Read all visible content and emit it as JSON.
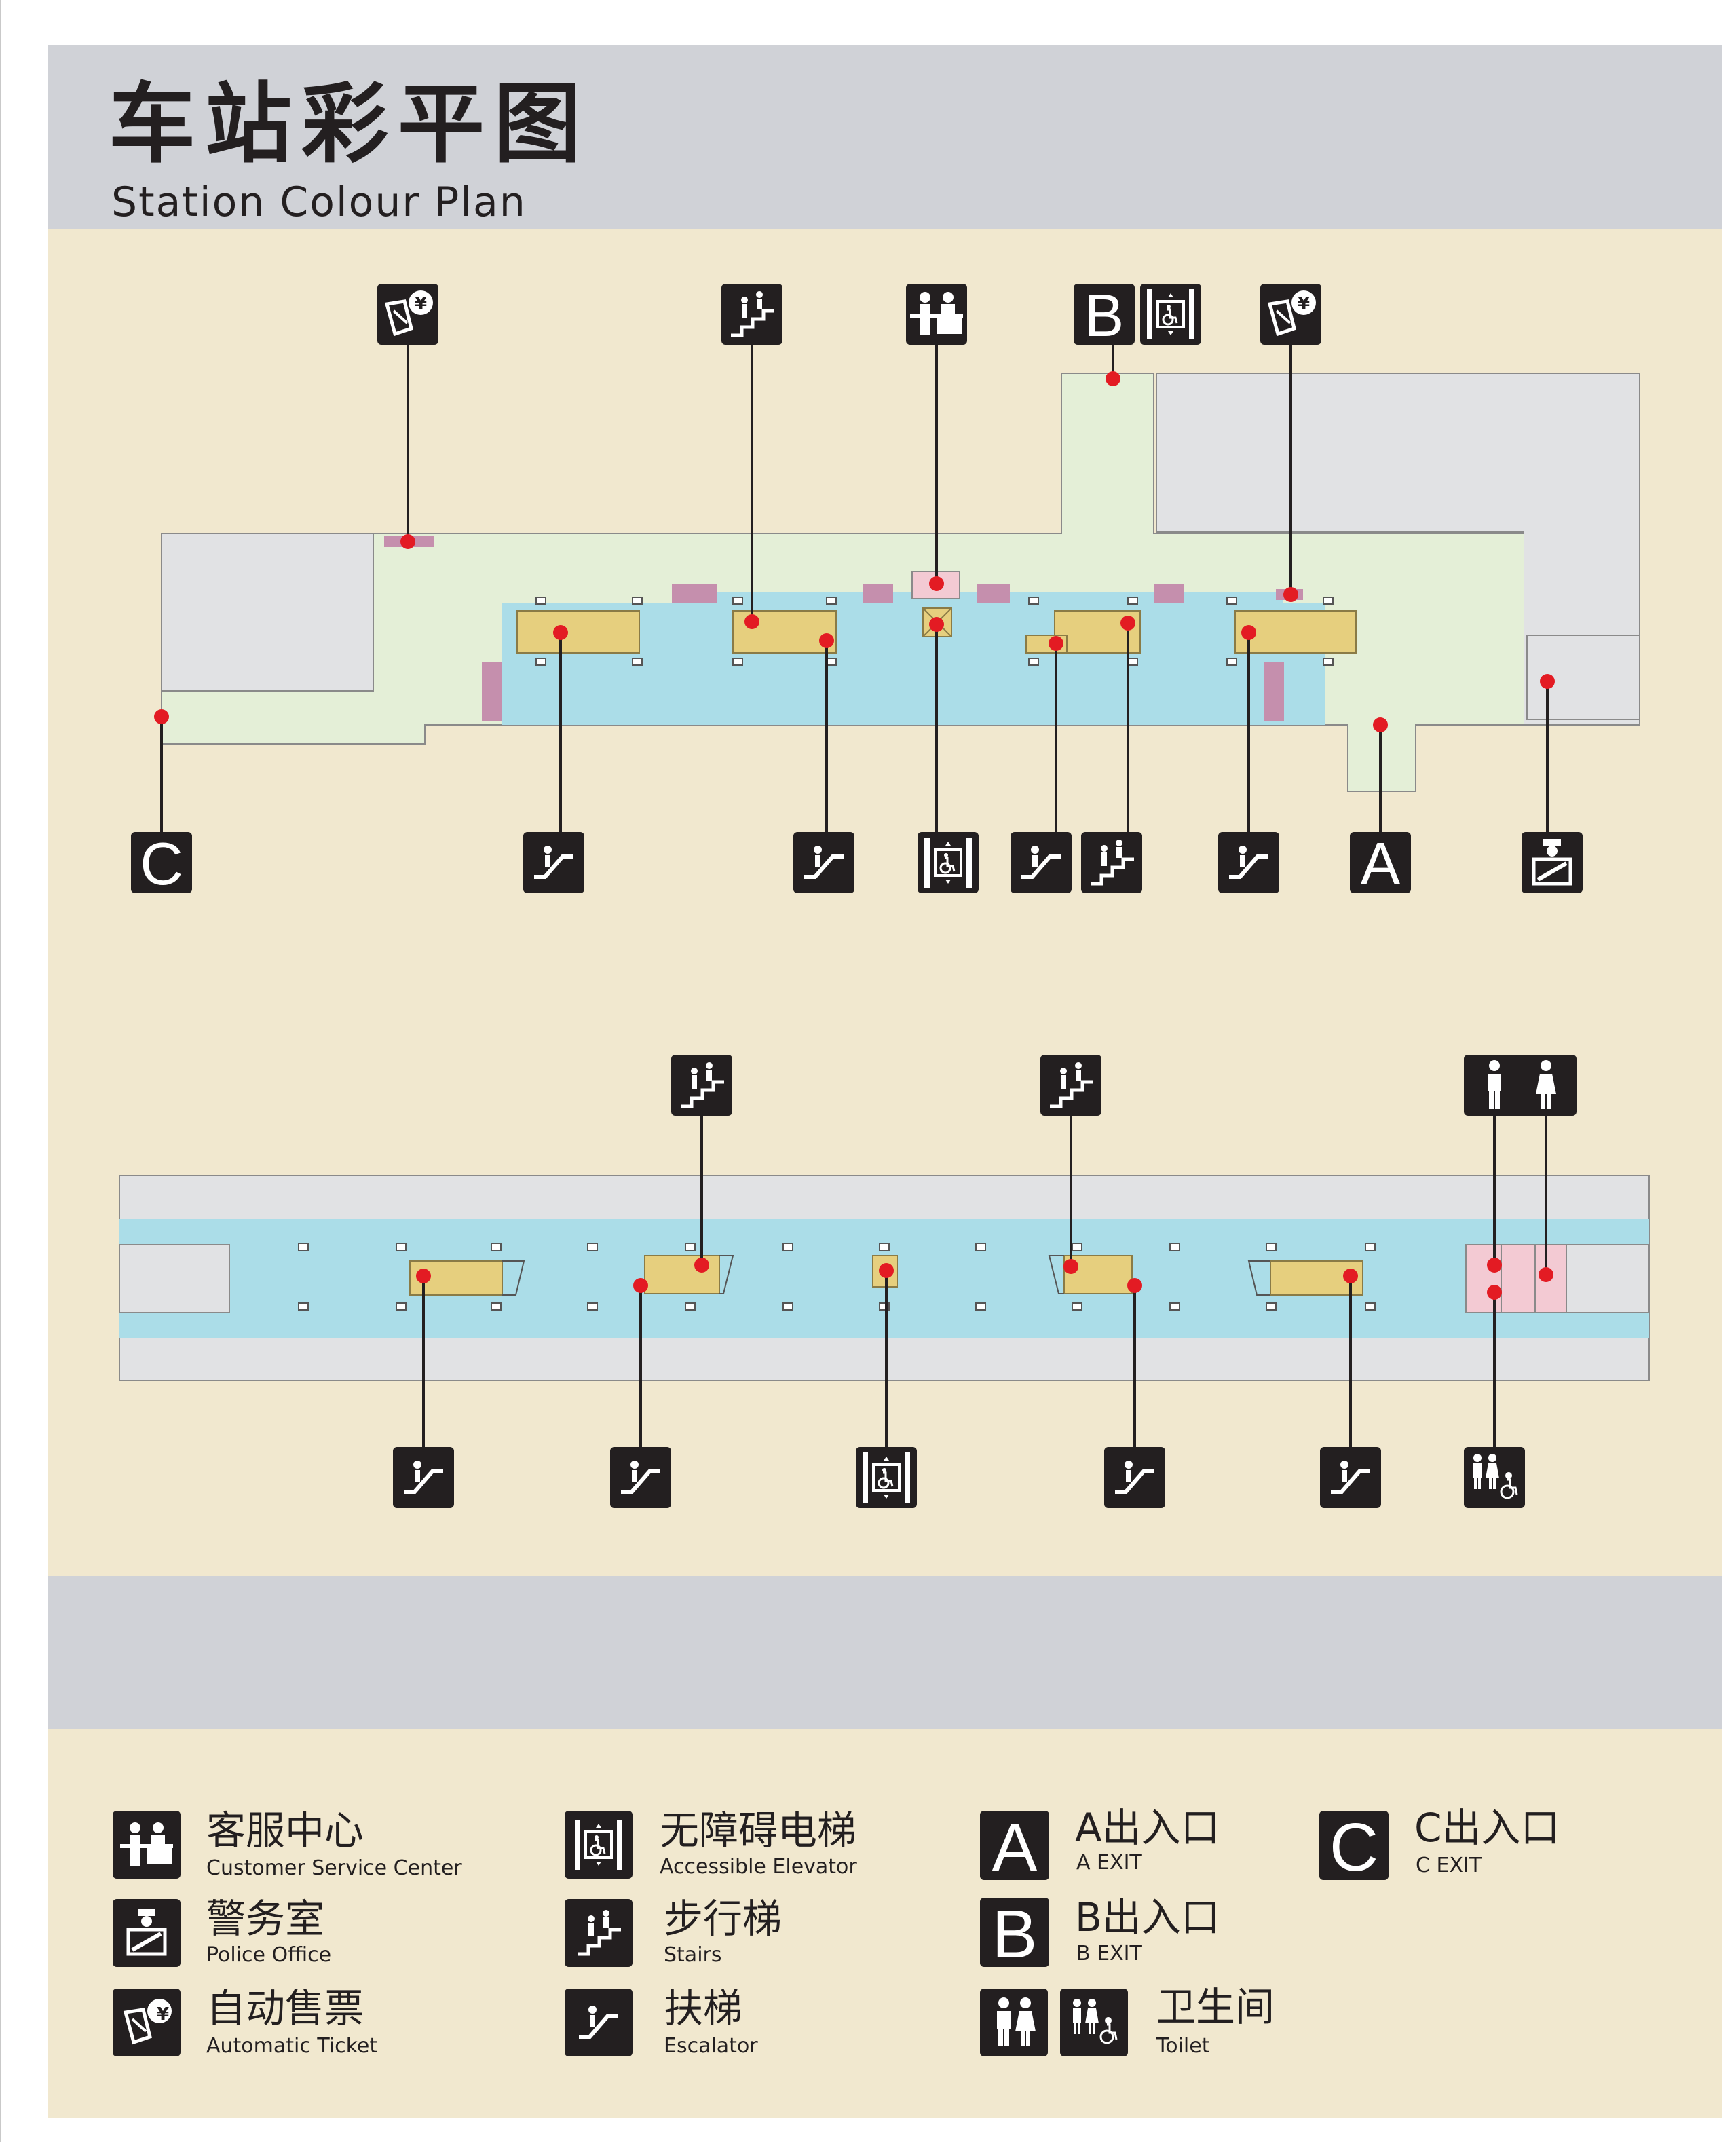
{
  "header": {
    "title_zh": "车站彩平图",
    "title_en": "Station Colour Plan"
  },
  "exits": {
    "a": "A",
    "b": "B",
    "c": "C"
  },
  "ticket_symbol": "¥",
  "icons": [
    "automatic-ticket-icon",
    "stairs-icon",
    "customer-service-icon",
    "accessible-elevator-icon",
    "escalator-icon",
    "police-office-icon",
    "toilet-male-icon",
    "toilet-female-icon",
    "accessible-toilet-icon"
  ],
  "legend": [
    {
      "key": "customer-service",
      "zh": "客服中心",
      "en": "Customer Service Center"
    },
    {
      "key": "police",
      "zh": "警务室",
      "en": "Police  Office"
    },
    {
      "key": "ticket",
      "zh": "自动售票",
      "en": "Automatic Ticket"
    },
    {
      "key": "elevator",
      "zh": "无障碍电梯",
      "en": "Accessible  Elevator"
    },
    {
      "key": "stairs",
      "zh": "步行梯",
      "en": "Stairs"
    },
    {
      "key": "escalator",
      "zh": "扶梯",
      "en": "Escalator"
    },
    {
      "key": "exit-a",
      "zh": "A出入口",
      "en": "A EXIT"
    },
    {
      "key": "exit-b",
      "zh": "B出入口",
      "en": "B EXIT"
    },
    {
      "key": "toilet",
      "zh": "卫生间",
      "en": "Toilet"
    },
    {
      "key": "exit-c",
      "zh": "C出入口",
      "en": "C EXIT"
    }
  ],
  "colors": {
    "background": "#f1e8cf",
    "header_band": "#d0d2d7",
    "concourse_paid": "#abdde8",
    "concourse_unpaid": "#e4efd7",
    "building": "#e1e2e4",
    "icon": "#231f20",
    "marker": "#e31b23",
    "escalator": "#e6cf7e",
    "toilet_area": "#f3cad3",
    "gate": "#c58fad"
  }
}
